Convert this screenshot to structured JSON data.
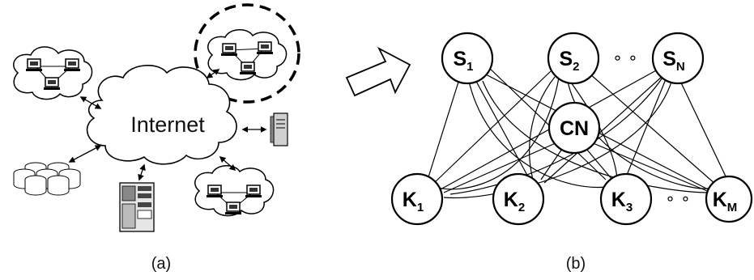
{
  "panel_a": {
    "caption": "(a)",
    "cloud_label": "Internet"
  },
  "panel_b": {
    "caption": "(b)",
    "nodes": {
      "s1": {
        "main": "S",
        "sub": "1"
      },
      "s2": {
        "main": "S",
        "sub": "2"
      },
      "sn": {
        "main": "S",
        "sub": "N"
      },
      "cn": {
        "main": "CN",
        "sub": ""
      },
      "k1": {
        "main": "K",
        "sub": "1"
      },
      "k2": {
        "main": "K",
        "sub": "2"
      },
      "k3": {
        "main": "K",
        "sub": "3"
      },
      "km": {
        "main": "K",
        "sub": "M"
      }
    },
    "ellipsis_top": "∘ ∘",
    "ellipsis_bottom": "∘ ∘"
  },
  "colors": {
    "stroke": "#000000",
    "cloud_fill": "#ffffff",
    "device_fill": "#dcdcdc"
  }
}
